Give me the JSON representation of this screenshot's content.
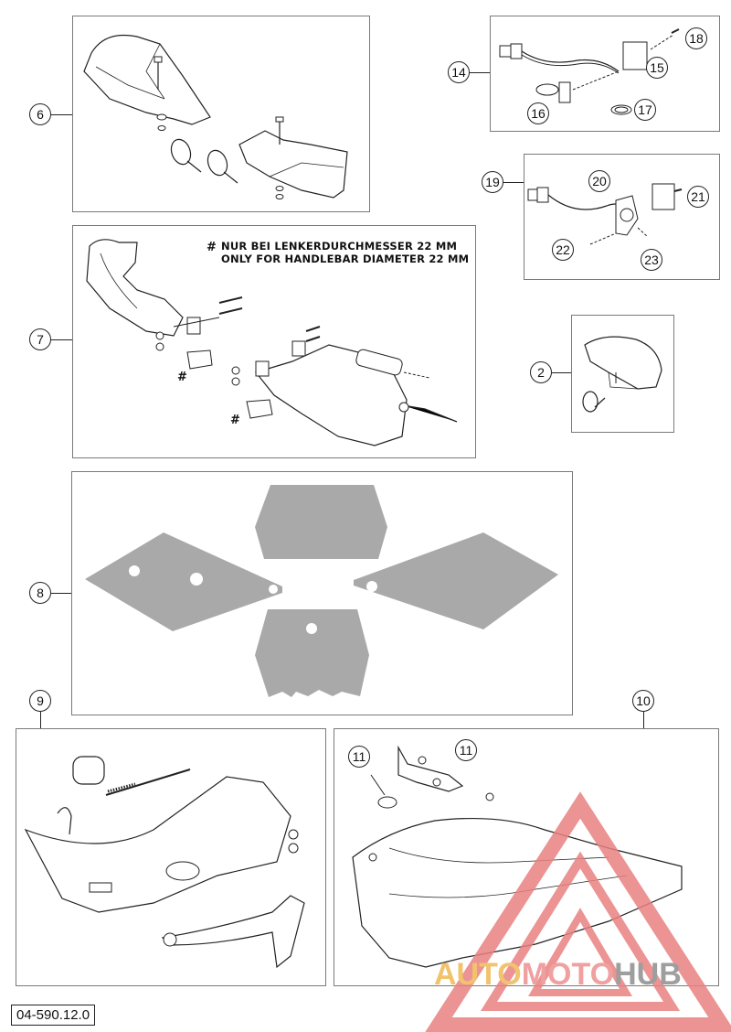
{
  "callouts": {
    "c6": "6",
    "c7": "7",
    "c8": "8",
    "c9": "9",
    "c10": "10",
    "c11a": "11",
    "c11b": "11",
    "c14": "14",
    "c15": "15",
    "c16": "16",
    "c17": "17",
    "c18": "18",
    "c19": "19",
    "c20": "20",
    "c21": "21",
    "c22": "22",
    "c23": "23",
    "c2": "2"
  },
  "notes": {
    "line1": "NUR BEI LENKERDURCHMESSER 22 MM",
    "line2": "ONLY FOR HANDLEBAR DIAMETER 22 MM",
    "hash": "#"
  },
  "part_number": "04-590.12.0",
  "watermark": {
    "part1": "AUTO",
    "part2": "MOTO",
    "part3": "HUB"
  },
  "colors": {
    "decal_fill": "#a9a9a9",
    "watermark_red": "#e98080",
    "watermark_orange": "#f1c36d"
  }
}
